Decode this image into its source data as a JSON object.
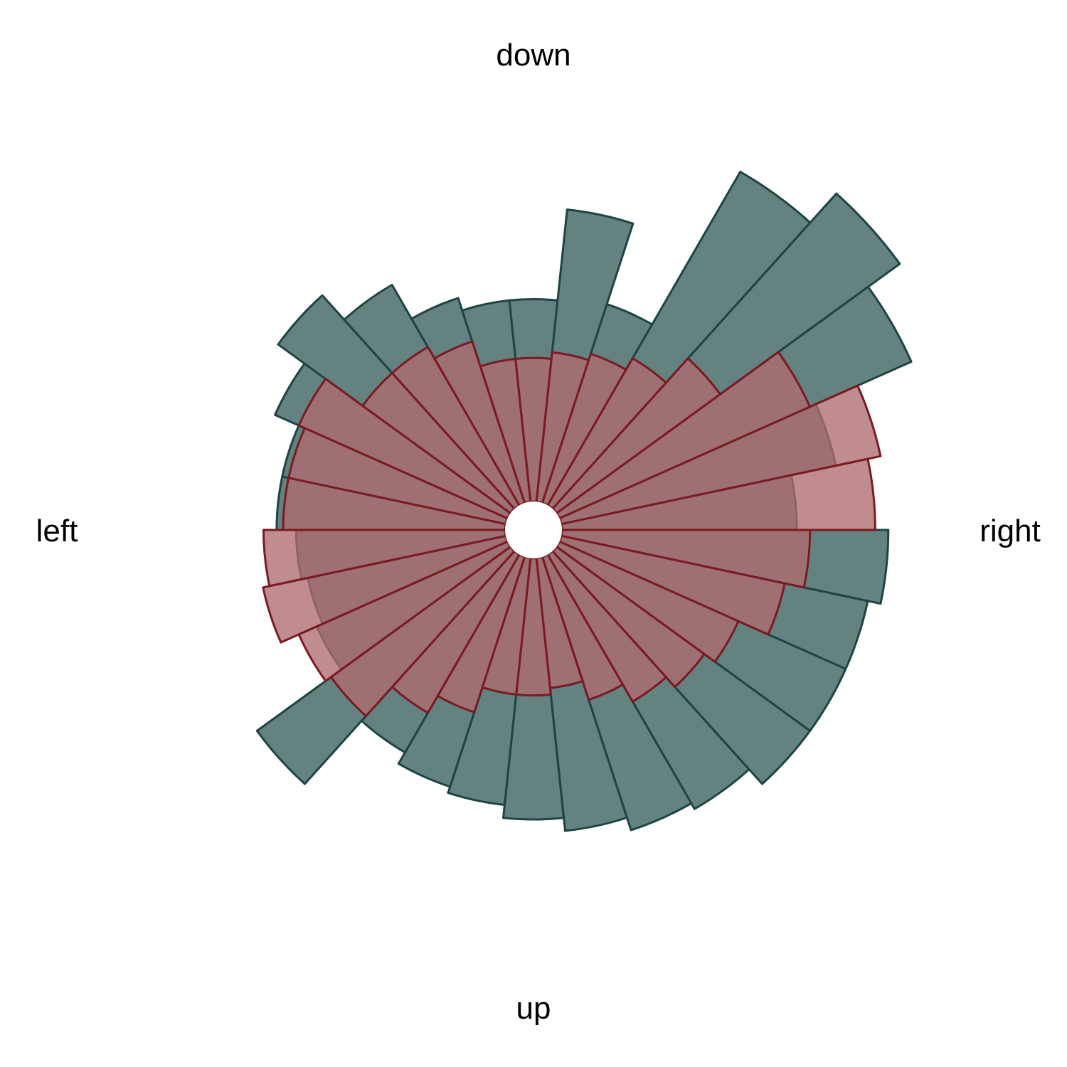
{
  "chart_data": {
    "type": "polar-bar",
    "direction_labels": {
      "top": "down",
      "right": "right",
      "bottom": "up",
      "left": "left"
    },
    "bin_count": 30,
    "bin_width_deg": 12,
    "angle_zero_at": "right",
    "angle_direction": "clockwise",
    "radius_max": 485,
    "series": [
      {
        "fill": "#638280",
        "stroke": "#1e4443",
        "values": [
          5.0,
          4.8,
          4.8,
          4.8,
          4.5,
          4.4,
          4.2,
          4.0,
          3.8,
          3.7,
          3.5,
          4.8,
          3.2,
          3.1,
          3.2,
          3.5,
          3.5,
          3.9,
          4.4,
          3.9,
          3.3,
          3.1,
          3.1,
          4.5,
          3.2,
          5.9,
          6.5,
          5.9,
          4.3,
          3.6
        ]
      },
      {
        "fill": "#b06b6f",
        "stroke": "#7a1a22",
        "values": [
          3.8,
          3.5,
          3.0,
          2.8,
          2.6,
          2.3,
          2.0,
          2.1,
          2.1,
          2.5,
          2.8,
          3.4,
          3.5,
          3.8,
          3.7,
          3.4,
          3.4,
          3.5,
          2.8,
          2.8,
          2.6,
          2.2,
          2.2,
          2.3,
          2.4,
          2.6,
          3.1,
          4.2,
          5.0,
          4.8
        ]
      }
    ],
    "shared_region_fill": "#9a6b6b"
  }
}
